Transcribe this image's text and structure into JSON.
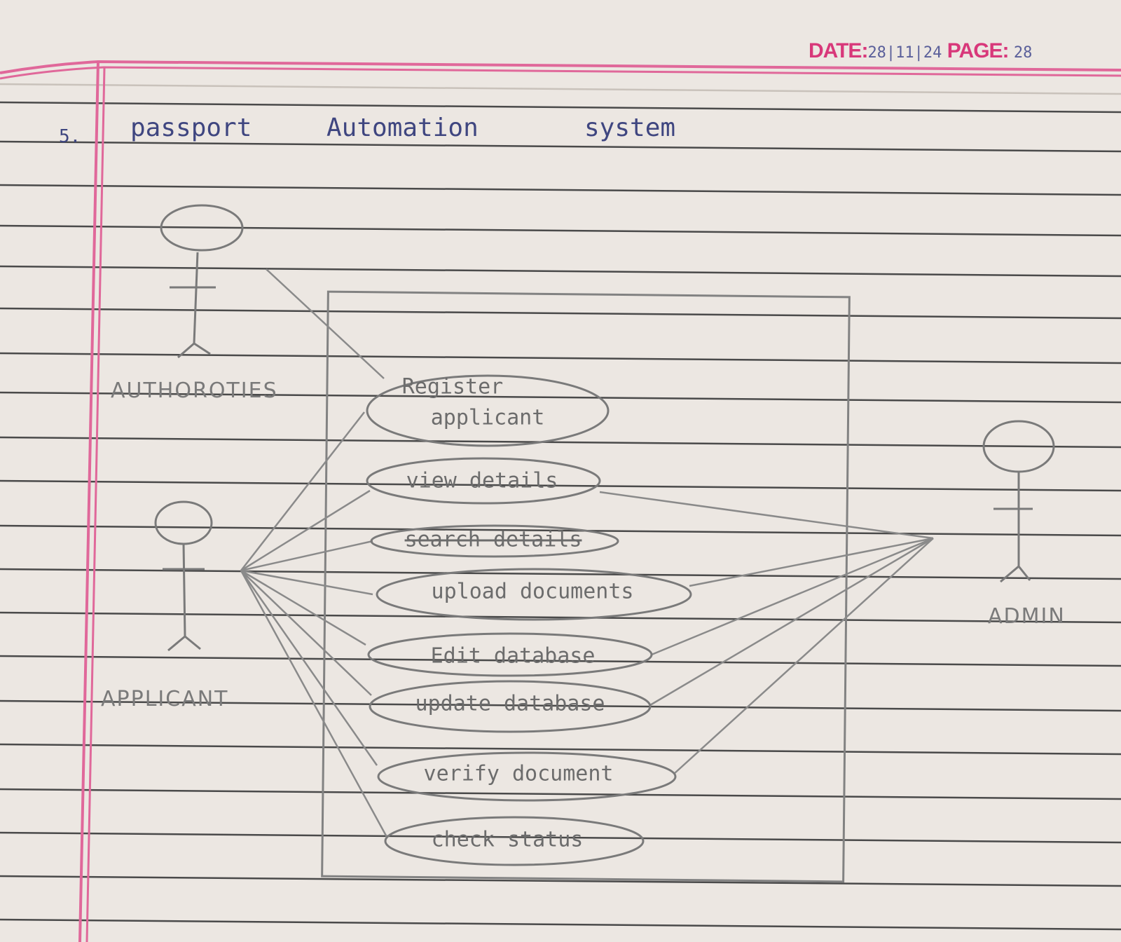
{
  "header": {
    "date_label": "DATE:",
    "date_value": "28|11|24",
    "page_label": "PAGE:",
    "page_value": "28"
  },
  "title": {
    "number": "5.",
    "words": [
      "passport",
      "Automation",
      "system"
    ]
  },
  "actors": {
    "authorities": "AUTHOROTIES",
    "applicant": "APPLICANT",
    "admin": "ADMIN"
  },
  "use_cases": [
    {
      "line1": "Register",
      "line2": "applicant",
      "struck": false
    },
    {
      "line1": "view details",
      "line2": "",
      "struck": false
    },
    {
      "line1": "search details",
      "line2": "",
      "struck": true
    },
    {
      "line1": "upload documents",
      "line2": "",
      "struck": false
    },
    {
      "line1": "Edit database",
      "line2": "",
      "struck": false
    },
    {
      "line1": "update database",
      "line2": "",
      "struck": false
    },
    {
      "line1": "verify document",
      "line2": "",
      "struck": false
    },
    {
      "line1": "check status",
      "line2": "",
      "struck": false
    }
  ],
  "colors": {
    "paper": "#ece7e2",
    "ruling": "#3e3e3e",
    "margin": "#e0689a",
    "pencil": "#7a7a7a",
    "ink": "#3f4680",
    "header": "#d8387a"
  }
}
